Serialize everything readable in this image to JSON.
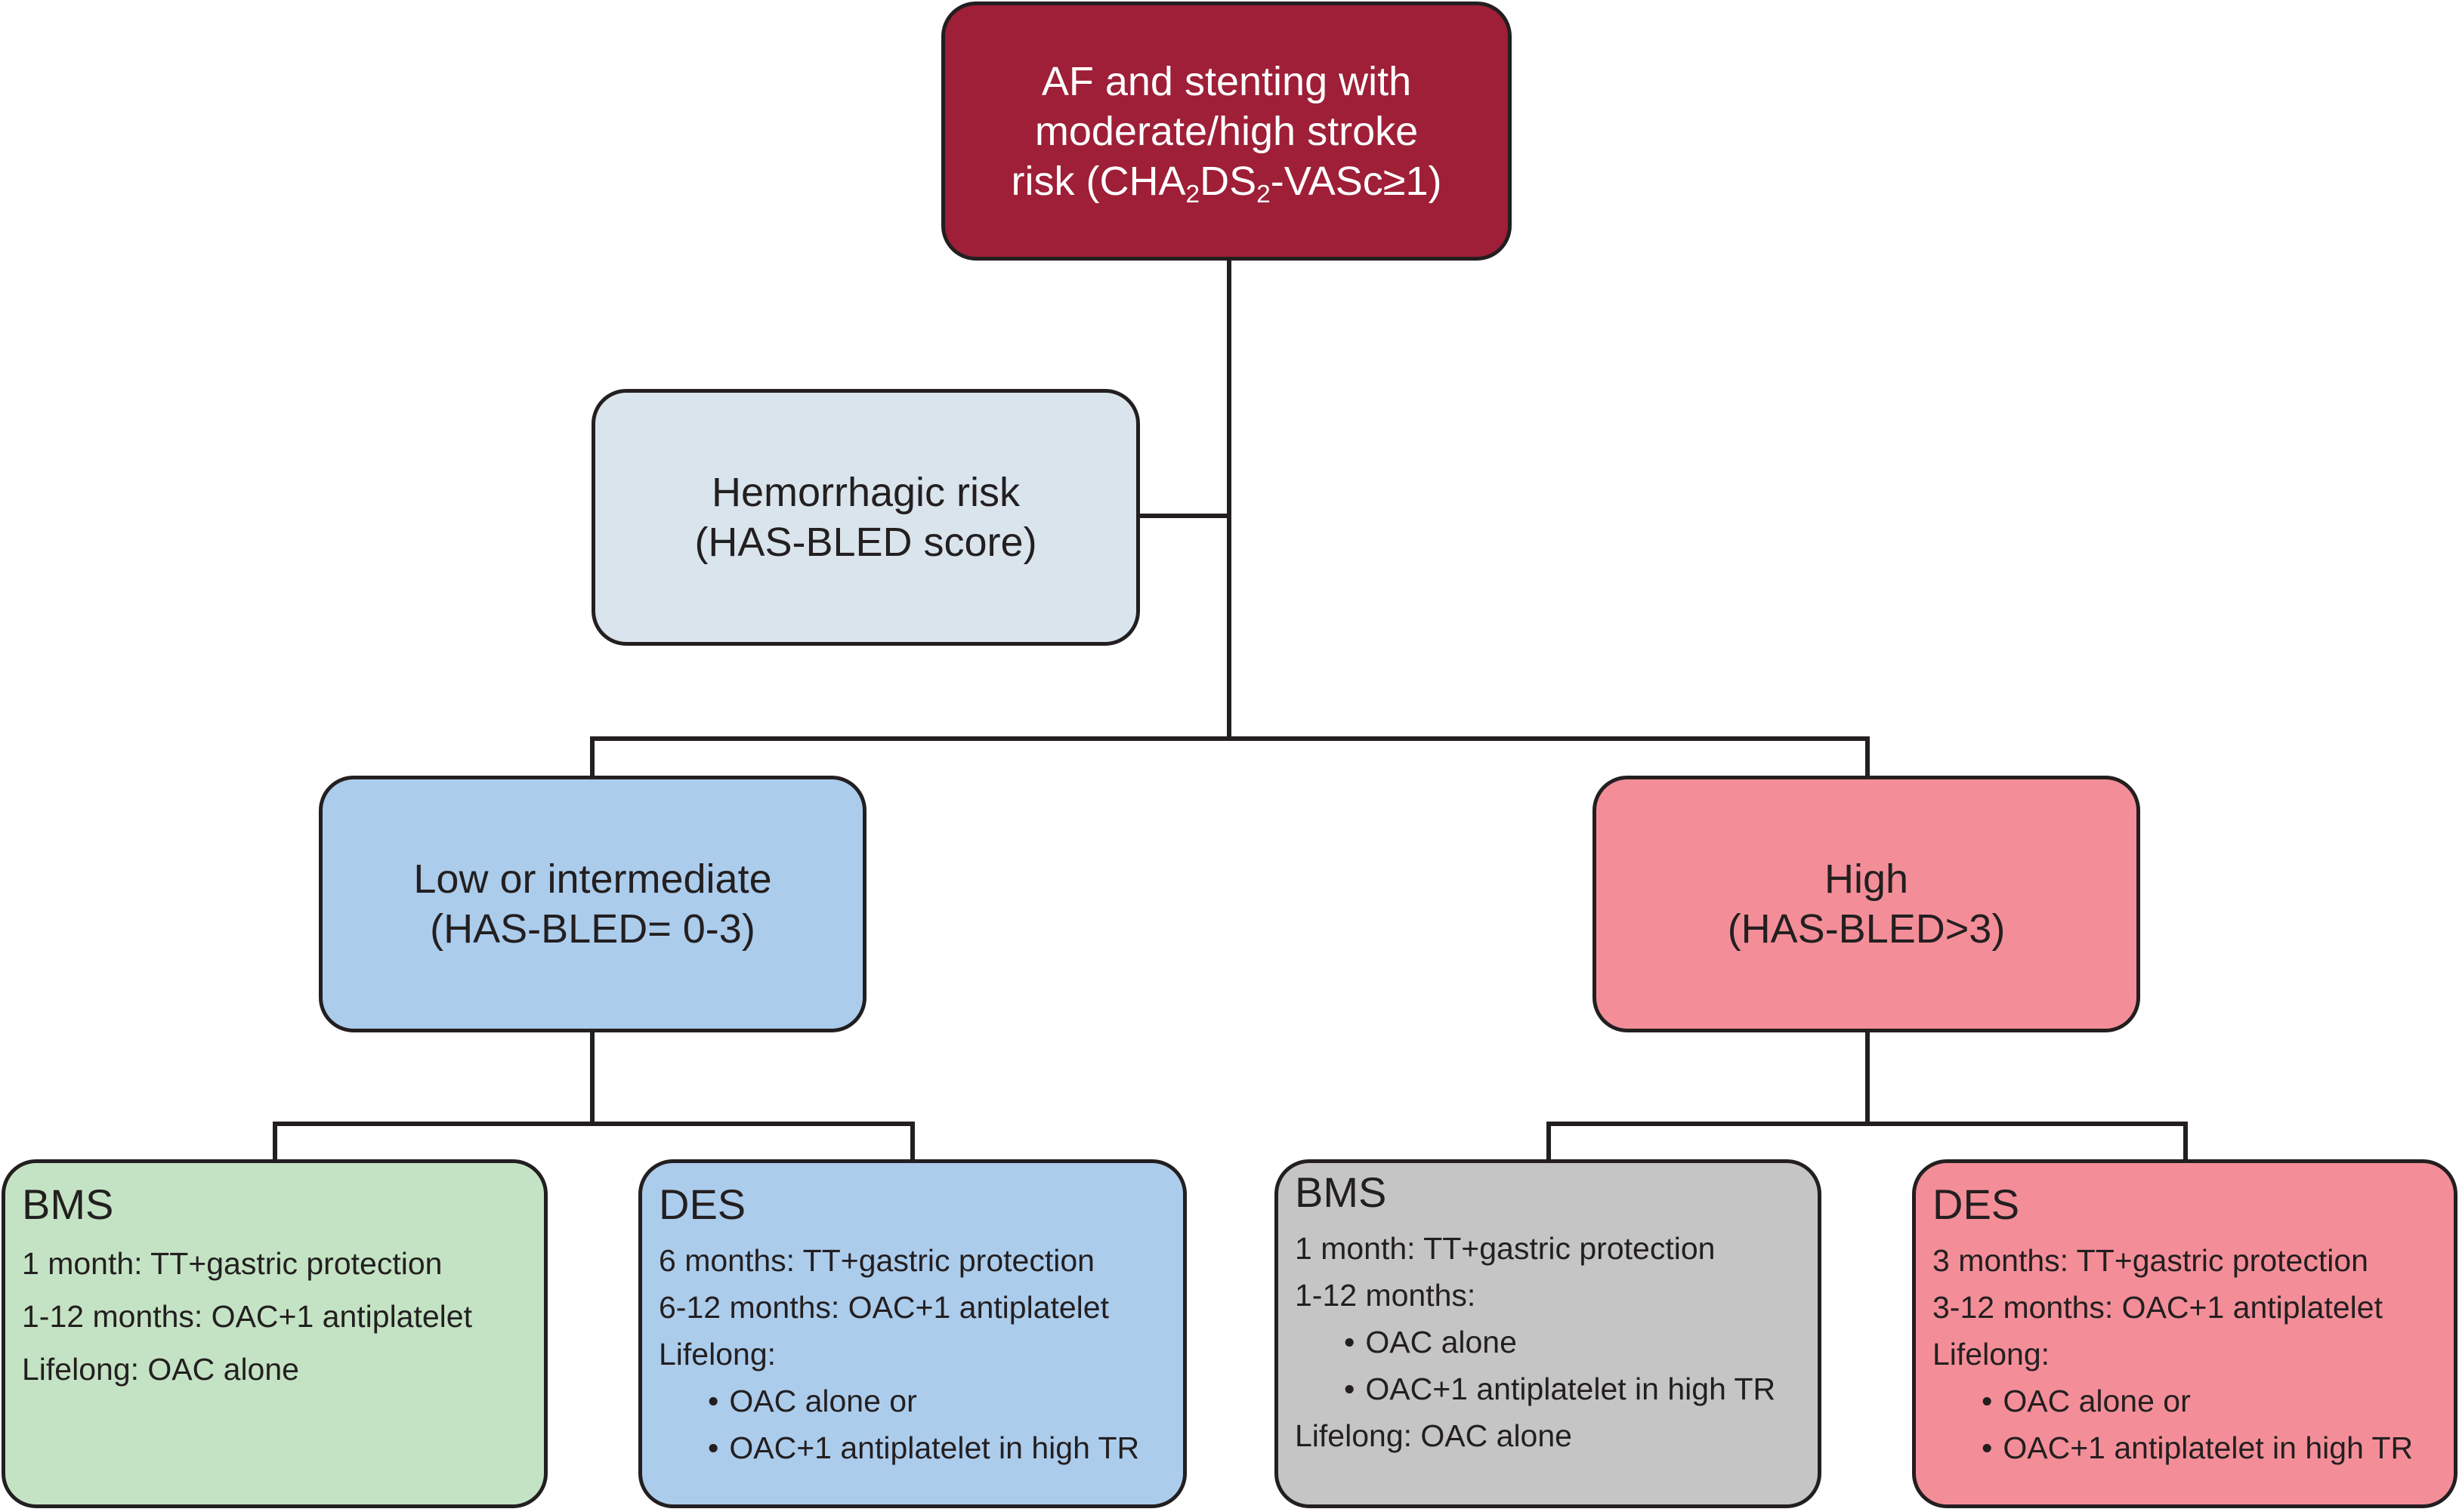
{
  "colors": {
    "root_fill": "#9e1f37",
    "hemorrhagic_fill": "#d9e4ec",
    "low_fill": "#acccec",
    "high_fill": "#f38e98",
    "leaf_bms_low_fill": "#c4e3c4",
    "leaf_des_low_fill": "#acccec",
    "leaf_bms_high_fill": "#c5c5c5",
    "leaf_des_high_fill": "#f38e98",
    "line_color": "#231f20"
  },
  "root": {
    "line1": "AF and stenting with",
    "line2": "moderate/high stroke",
    "line3_prefix": "risk (CHA",
    "sub_a": "2",
    "line3_mid": "DS",
    "sub_b": "2",
    "line3_suffix": "-VASc≥1)"
  },
  "hemorrhagic": {
    "line1": "Hemorrhagic risk",
    "line2": "(HAS-BLED score)"
  },
  "low": {
    "line1": "Low or intermediate",
    "line2": "(HAS-BLED= 0-3)"
  },
  "high": {
    "line1": "High",
    "line2": "(HAS-BLED>3)"
  },
  "bullet_char": "•",
  "bms_low": {
    "title": "BMS",
    "lines": [
      "1 month: TT+gastric protection",
      "1-12 months: OAC+1 antiplatelet",
      "Lifelong: OAC alone"
    ]
  },
  "des_low": {
    "title": "DES",
    "lines": [
      "6 months: TT+gastric protection",
      "6-12 months: OAC+1 antiplatelet",
      "Lifelong:"
    ],
    "bullets": [
      "OAC alone or",
      "OAC+1 antiplatelet in high TR"
    ]
  },
  "bms_high": {
    "title": "BMS",
    "lines": [
      "1 month: TT+gastric protection",
      "1-12 months:"
    ],
    "bullets": [
      "OAC alone",
      "OAC+1 antiplatelet in high TR"
    ],
    "last_line": "Lifelong: OAC alone"
  },
  "des_high": {
    "title": "DES",
    "lines": [
      "3 months: TT+gastric protection",
      "3-12 months: OAC+1 antiplatelet",
      "Lifelong:"
    ],
    "bullets": [
      "OAC alone or",
      "OAC+1 antiplatelet in high TR"
    ]
  }
}
